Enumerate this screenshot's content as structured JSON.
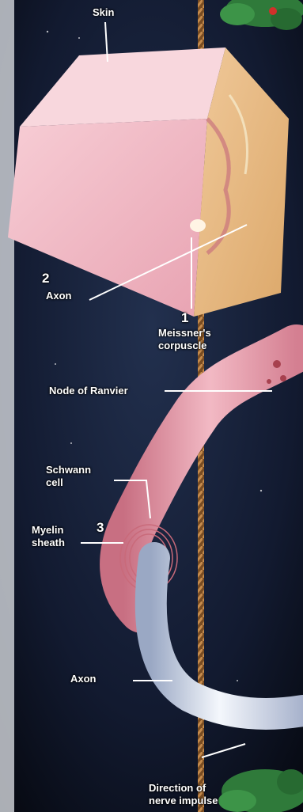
{
  "labels": {
    "skin": "Skin",
    "axon_top": "Axon",
    "meissner_line1": "Meissner's",
    "meissner_line2": "corpuscle",
    "node_of_ranvier": "Node of Ranvier",
    "schwann_line1": "Schwann",
    "schwann_line2": "cell",
    "myelin_line1": "Myelin",
    "myelin_line2": "sheath",
    "axon_bottom": "Axon",
    "direction_line1": "Direction of",
    "direction_line2": "nerve impulse"
  },
  "step_numbers": {
    "one": "1",
    "two": "2",
    "three": "3"
  },
  "colors": {
    "background": "#0b0f1c",
    "skin_pink": "#f1b8c4",
    "skin_yellow": "#e9c98c",
    "nerve_pink": "#e79aa8",
    "axon_white": "#dfe6f3",
    "rope_brown": "#8a5a2b",
    "foliage_green": "#2f7a3a",
    "label_white": "#ffffff"
  }
}
